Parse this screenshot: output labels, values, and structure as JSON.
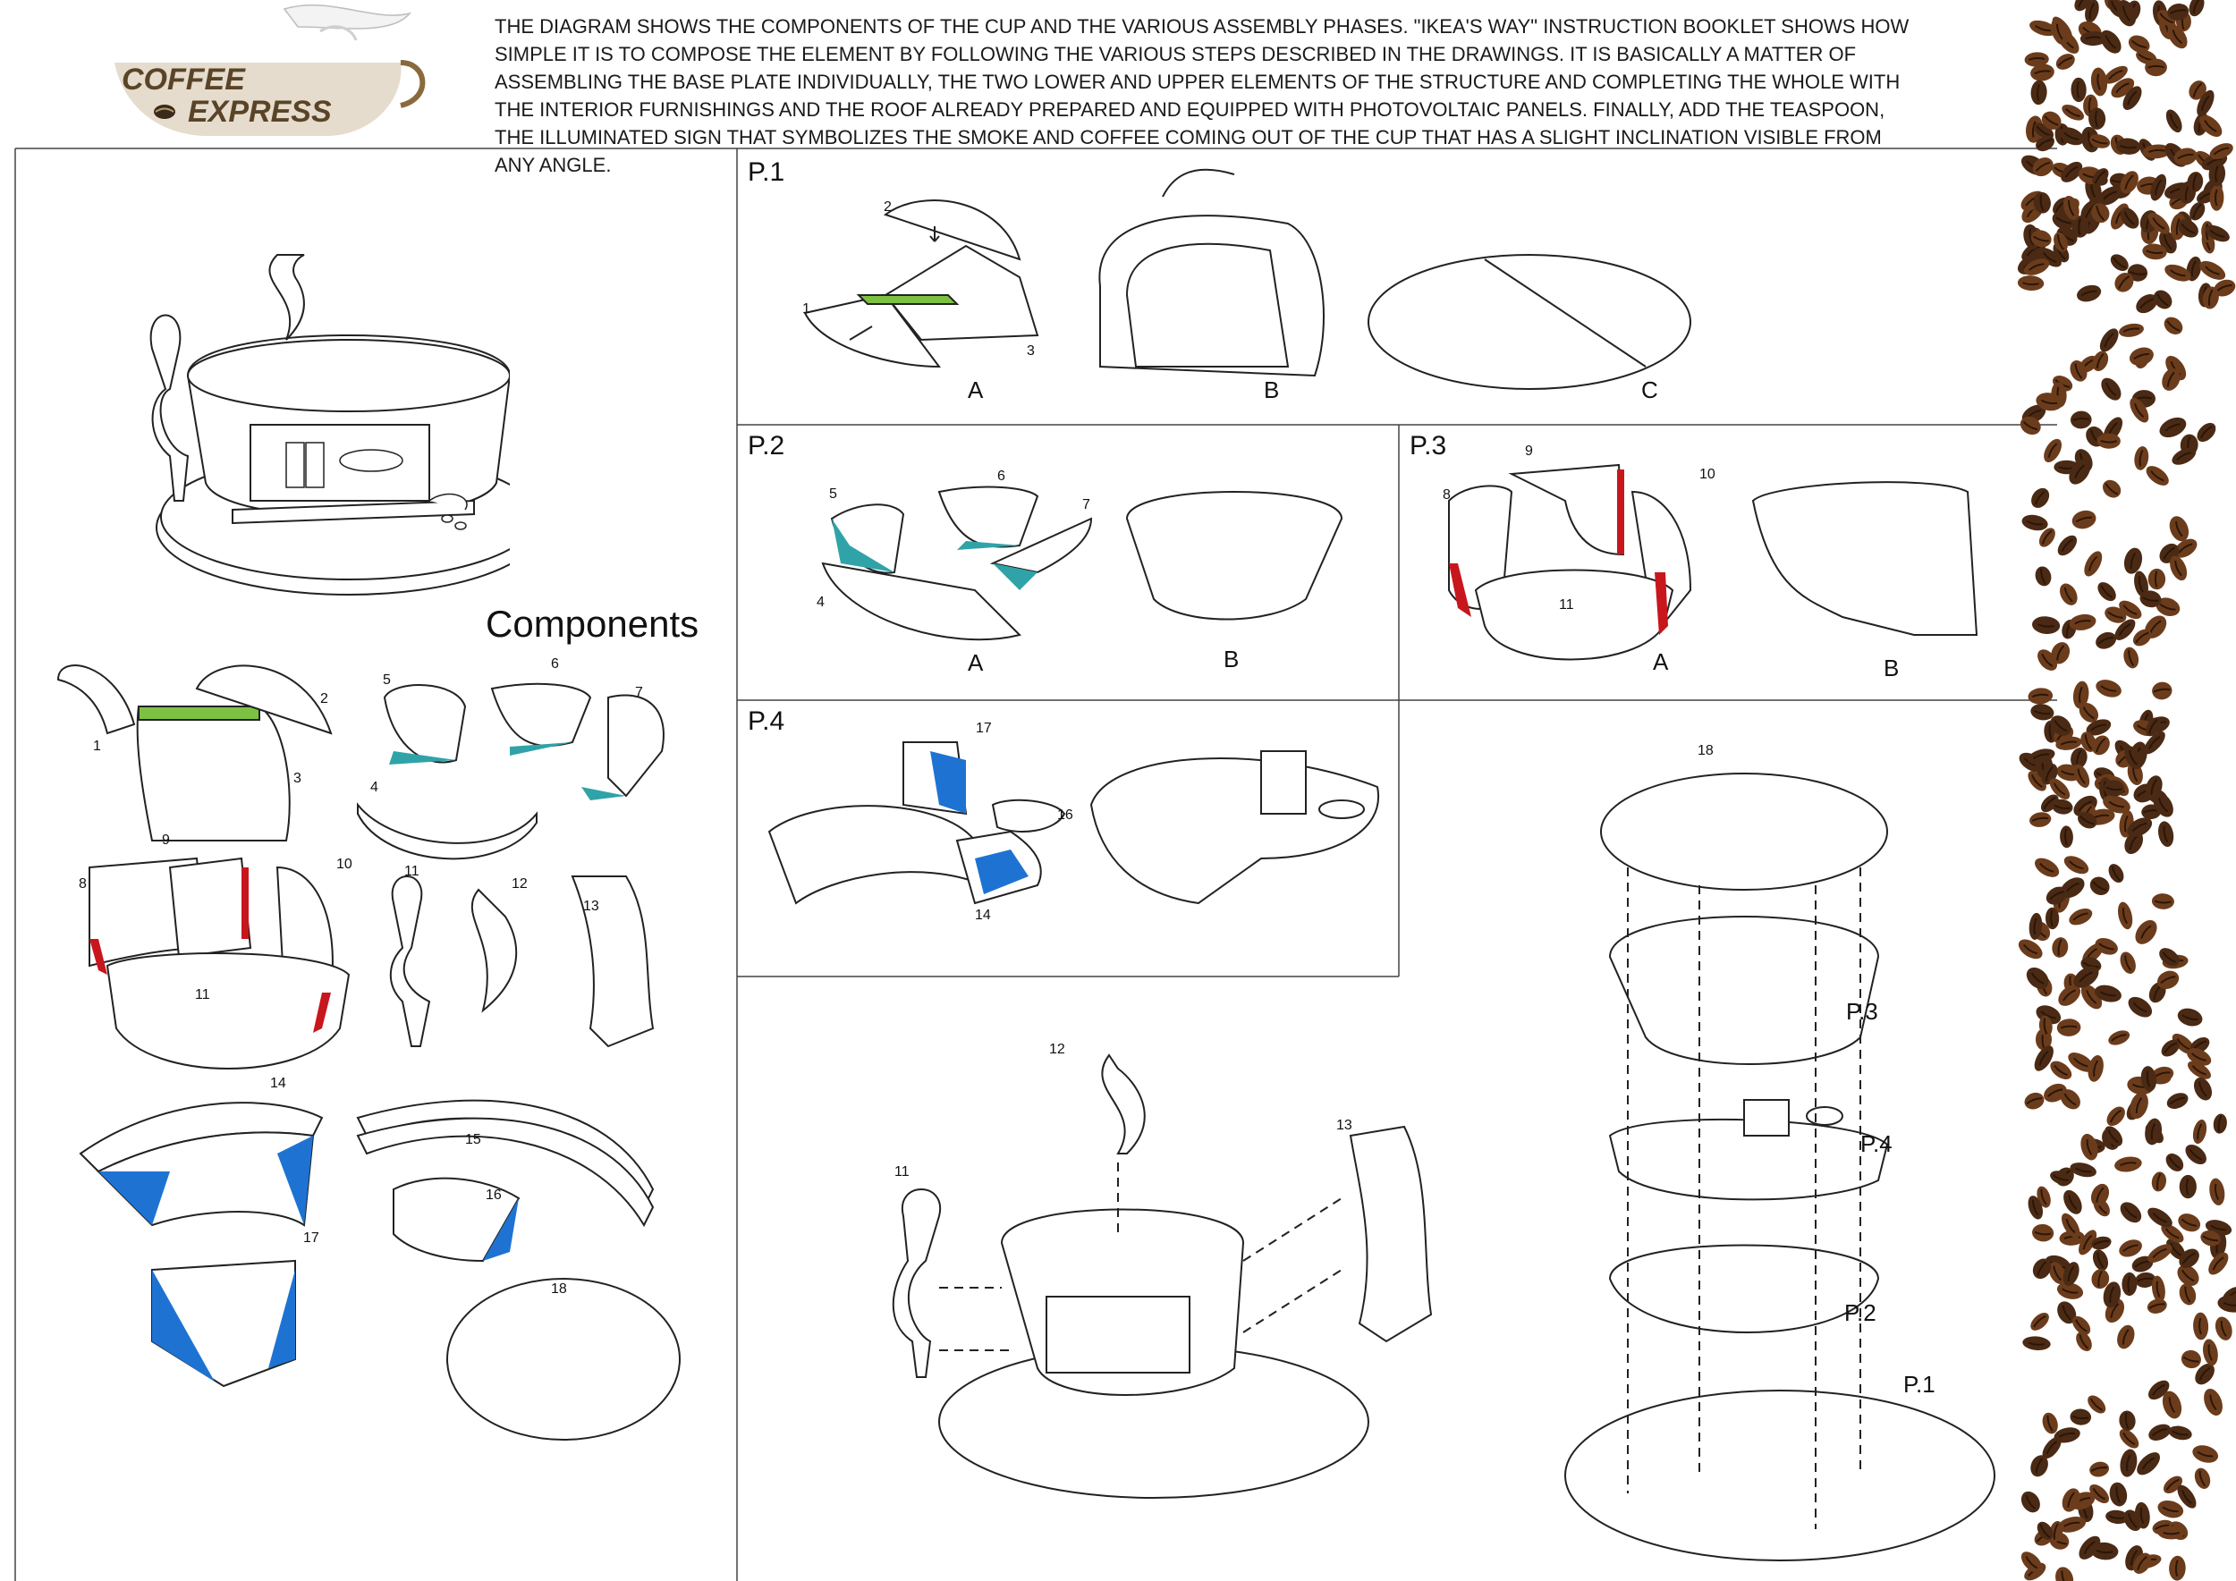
{
  "brand": {
    "line1": "COFFEE",
    "line2": "EXPRESS"
  },
  "intro_text": "THE DIAGRAM SHOWS THE COMPONENTS OF THE CUP AND THE VARIOUS ASSEMBLY PHASES. \"IKEA'S WAY\" INSTRUCTION BOOKLET SHOWS HOW SIMPLE IT IS TO COMPOSE THE ELEMENT BY FOLLOWING THE VARIOUS STEPS DESCRIBED IN THE DRAWINGS. IT IS BASICALLY A MATTER OF ASSEMBLING THE BASE PLATE INDIVIDUALLY, THE TWO LOWER AND UPPER ELEMENTS OF THE STRUCTURE AND COMPLETING THE WHOLE WITH THE INTERIOR FURNISHINGS AND THE ROOF ALREADY PREPARED AND EQUIPPED WITH PHOTOVOLTAIC PANELS. FINALLY, ADD THE TEASPOON, THE ILLUMINATED SIGN THAT SYMBOLIZES THE SMOKE AND COFFEE COMING OUT OF THE CUP THAT HAS A SLIGHT INCLINATION VISIBLE FROM ANY ANGLE.",
  "components_title": "Components",
  "panels": {
    "p1": {
      "title": "P.1",
      "steps": [
        "A",
        "B",
        "C"
      ],
      "parts": [
        "1",
        "2",
        "3"
      ]
    },
    "p2": {
      "title": "P.2",
      "steps": [
        "A",
        "B"
      ],
      "parts": [
        "4",
        "5",
        "6",
        "7"
      ]
    },
    "p3": {
      "title": "P.3",
      "steps": [
        "A",
        "B"
      ],
      "parts": [
        "8",
        "9",
        "10",
        "11"
      ]
    },
    "p4": {
      "title": "P.4",
      "parts": [
        "17",
        "16",
        "14"
      ]
    }
  },
  "component_numbers": [
    "1",
    "2",
    "3",
    "4",
    "5",
    "6",
    "7",
    "8",
    "9",
    "10",
    "11",
    "12",
    "13",
    "14",
    "15",
    "16",
    "17",
    "18"
  ],
  "final_assembly": {
    "parts": [
      "12",
      "11",
      "13"
    ]
  },
  "exploded_stack": {
    "top_part": "18",
    "levels": [
      "P.3",
      "P.4",
      "P.2",
      "P.1"
    ]
  },
  "colors": {
    "green": "#7dc142",
    "teal": "#2fa3a8",
    "red": "#c8161d",
    "blue": "#1e73d2",
    "logo_gold": "#8a6a3c",
    "logo_dark": "#3a2a1a",
    "bean": "#4a2a14"
  },
  "icons": [
    "steam-icon",
    "coffee-cup-logo-icon",
    "arrow-icon"
  ]
}
